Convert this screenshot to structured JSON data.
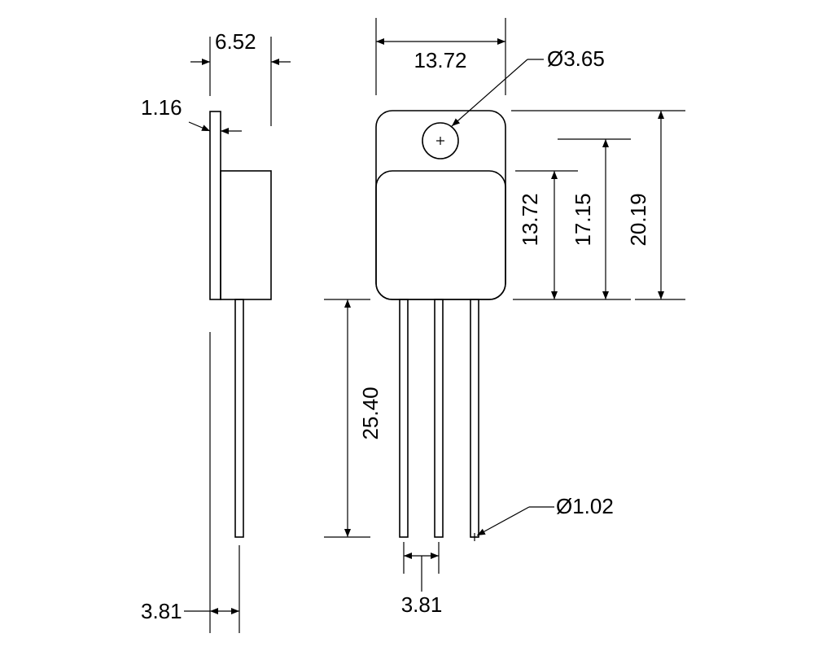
{
  "dimensions": {
    "side_body_thickness": "6.52",
    "tab_thickness": "1.16",
    "lead_offset": "3.81",
    "body_width": "13.72",
    "hole_diameter": "Ø3.65",
    "body_height": "13.72",
    "hole_to_base": "17.15",
    "total_height": "20.19",
    "lead_length": "25.40",
    "lead_pitch": "3.81",
    "lead_diameter": "Ø1.02"
  }
}
